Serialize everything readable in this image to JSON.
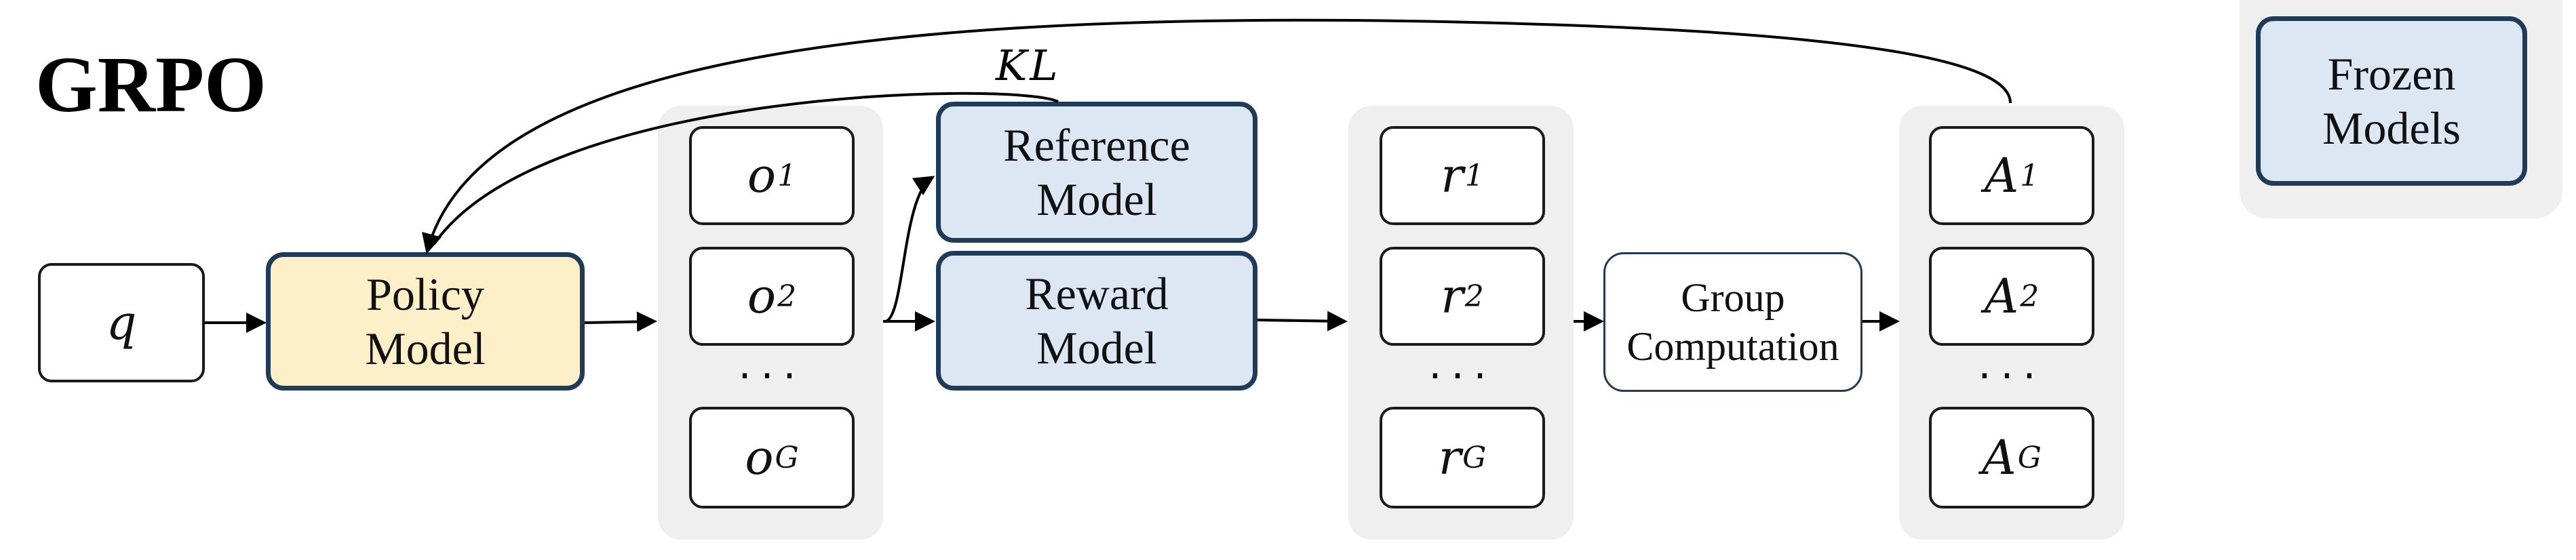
{
  "title": "GRPO",
  "query": {
    "sym": "q"
  },
  "policy_model": {
    "label": "Policy\nModel"
  },
  "reference_model": {
    "label": "Reference\nModel"
  },
  "reward_model": {
    "label": "Reward\nModel"
  },
  "group_computation": {
    "label": "Group\nComputation"
  },
  "frozen_models": {
    "label": "Frozen\nModels"
  },
  "kl_label": "KL",
  "outputs": [
    {
      "sym": "o",
      "sub": "1"
    },
    {
      "sym": "o",
      "sub": "2"
    },
    {
      "sym": "o",
      "sub": "G"
    }
  ],
  "rewards": [
    {
      "sym": "r",
      "sub": "1"
    },
    {
      "sym": "r",
      "sub": "2"
    },
    {
      "sym": "r",
      "sub": "G"
    }
  ],
  "advantages": [
    {
      "sym": "A",
      "sub": "1"
    },
    {
      "sym": "A",
      "sub": "2"
    },
    {
      "sym": "A",
      "sub": "G"
    }
  ],
  "ellipsis": "···",
  "colors": {
    "policy_fill": "#fdf0c8",
    "frozen_fill": "#dde7f3",
    "border": "#203a5a",
    "panel": "#efefef"
  }
}
